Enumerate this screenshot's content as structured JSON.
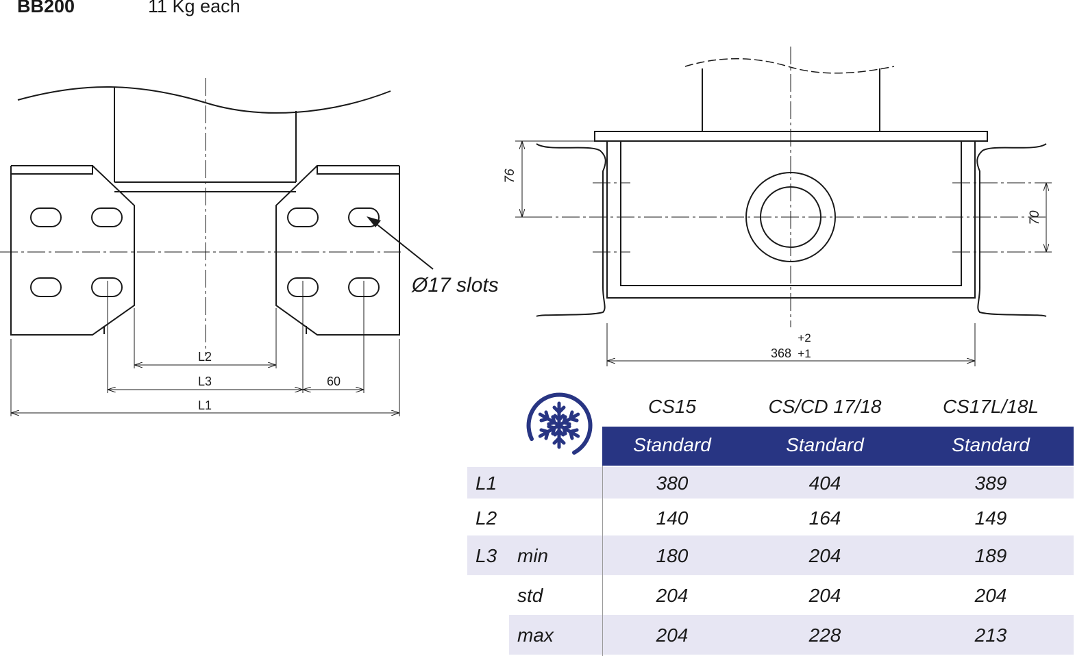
{
  "header": {
    "code": "BB200",
    "weight": "11 Kg each"
  },
  "drawing": {
    "left_view": {
      "dims": {
        "l2": "L2",
        "l3": "L3",
        "l1": "L1",
        "slot_pitch": "60"
      },
      "slot_note": "Ø17 slots"
    },
    "right_view": {
      "dims": {
        "height_left": "76",
        "height_right": "70",
        "width_value": "368",
        "tol_plus": "+2",
        "tol_minus": "+1"
      }
    }
  },
  "table": {
    "icon": "snowflake-icon",
    "accent_color": "#283583",
    "columns": [
      {
        "name": "CS15",
        "sub": "Standard"
      },
      {
        "name": "CS/CD 17/18",
        "sub": "Standard"
      },
      {
        "name": "CS17L/18L",
        "sub": "Standard"
      }
    ],
    "rows": [
      {
        "label": "L1",
        "sub": "",
        "values": [
          "380",
          "404",
          "389"
        ]
      },
      {
        "label": "L2",
        "sub": "",
        "values": [
          "140",
          "164",
          "149"
        ]
      },
      {
        "label": "L3",
        "sub": "min",
        "values": [
          "180",
          "204",
          "189"
        ]
      },
      {
        "label": "",
        "sub": "std",
        "values": [
          "204",
          "204",
          "204"
        ]
      },
      {
        "label": "",
        "sub": "max",
        "values": [
          "204",
          "228",
          "213"
        ]
      }
    ]
  }
}
